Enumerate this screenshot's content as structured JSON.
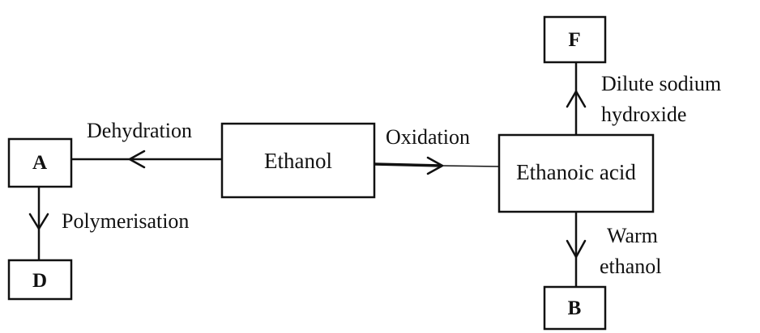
{
  "nodes": {
    "ethanol": "Ethanol",
    "ethanoic_acid": "Ethanoic acid",
    "a": "A",
    "b": "B",
    "d": "D",
    "f": "F"
  },
  "labels": {
    "dehydration": "Dehydration",
    "oxidation": "Oxidation",
    "polymerisation": "Polymerisation",
    "dilute_sodium_hydroxide": [
      "Dilute sodium",
      "hydroxide"
    ],
    "warm_ethanol": [
      "Warm",
      "ethanol"
    ]
  },
  "colors": {
    "line": "#111111",
    "background": "#ffffff"
  }
}
